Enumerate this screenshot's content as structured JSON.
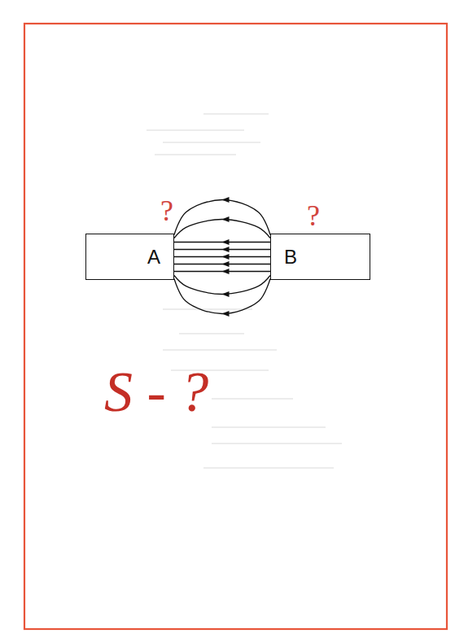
{
  "diagram": {
    "nodes": [
      {
        "text": [
          "A"
        ]
      },
      {
        "text": [
          "B"
        ]
      }
    ],
    "edges": [
      {
        "from": 1,
        "to": 0,
        "arrow": "to"
      },
      {
        "from": 1,
        "to": 0,
        "arrow": "to"
      },
      {
        "from": 1,
        "to": 0,
        "arrow": "to"
      },
      {
        "from": 1,
        "to": 0,
        "arrow": "to"
      },
      {
        "from": 1,
        "to": 0,
        "arrow": "to"
      },
      {
        "from": 1,
        "to": 0,
        "arrow": "to"
      },
      {
        "from": 1,
        "to": 0,
        "arrow": "to"
      },
      {
        "from": 1,
        "to": 0,
        "arrow": "to"
      },
      {
        "from": 1,
        "to": 0,
        "arrow": "to"
      }
    ],
    "labels": [
      "?",
      "?",
      "S - ?"
    ]
  }
}
